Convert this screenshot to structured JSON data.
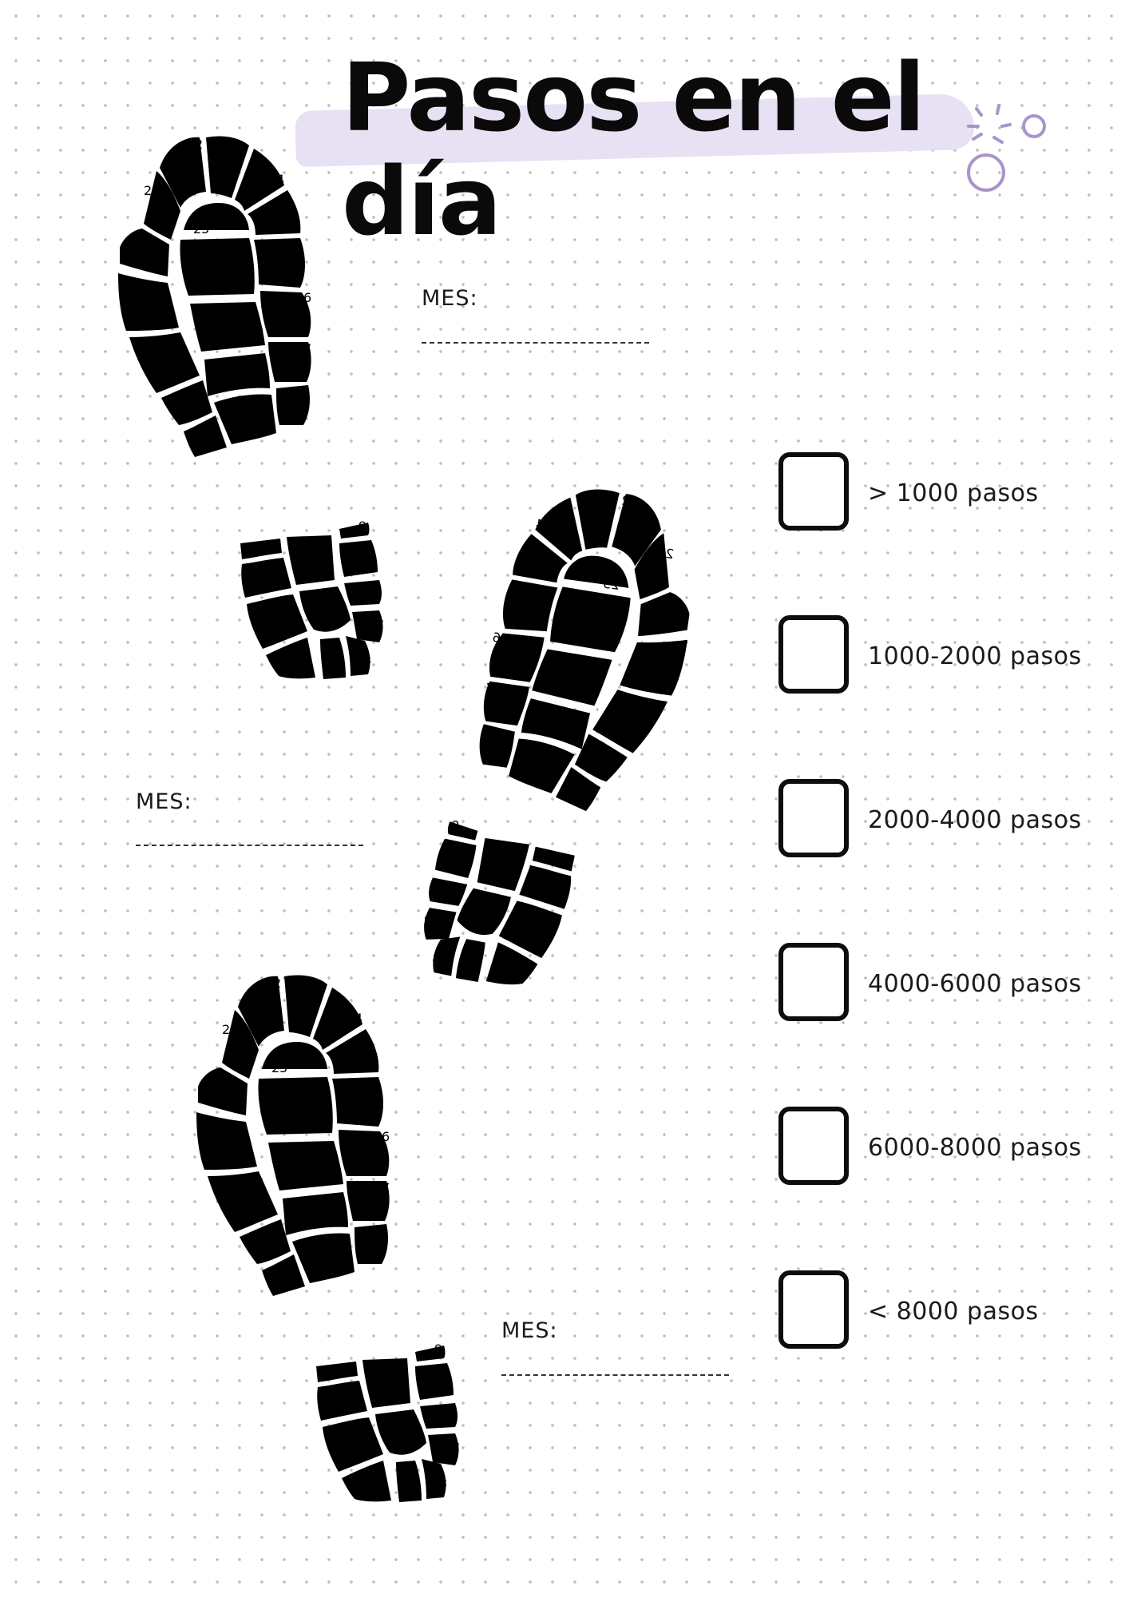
{
  "title": "Pasos en el día",
  "months": [
    {
      "label": "MES:",
      "line": "- - - - - - - - - - - - - - - - - - - - -"
    },
    {
      "label": "MES:",
      "line": "- - - - - - - - - - - - - - - - - - - - -"
    },
    {
      "label": "MES:",
      "line": "- - - - - - - - - - - - - - - - - - - - -"
    }
  ],
  "legend": [
    {
      "label": "> 1000 pasos"
    },
    {
      "label": "1000-2000 pasos"
    },
    {
      "label": "2000-4000 pasos"
    },
    {
      "label": "4000-6000 pasos"
    },
    {
      "label": "6000-8000 pasos"
    },
    {
      "label": "< 8000 pasos"
    }
  ],
  "colors": {
    "highlight": "#e8e0f3",
    "accent": "#a995c9",
    "ink": "#111111"
  }
}
